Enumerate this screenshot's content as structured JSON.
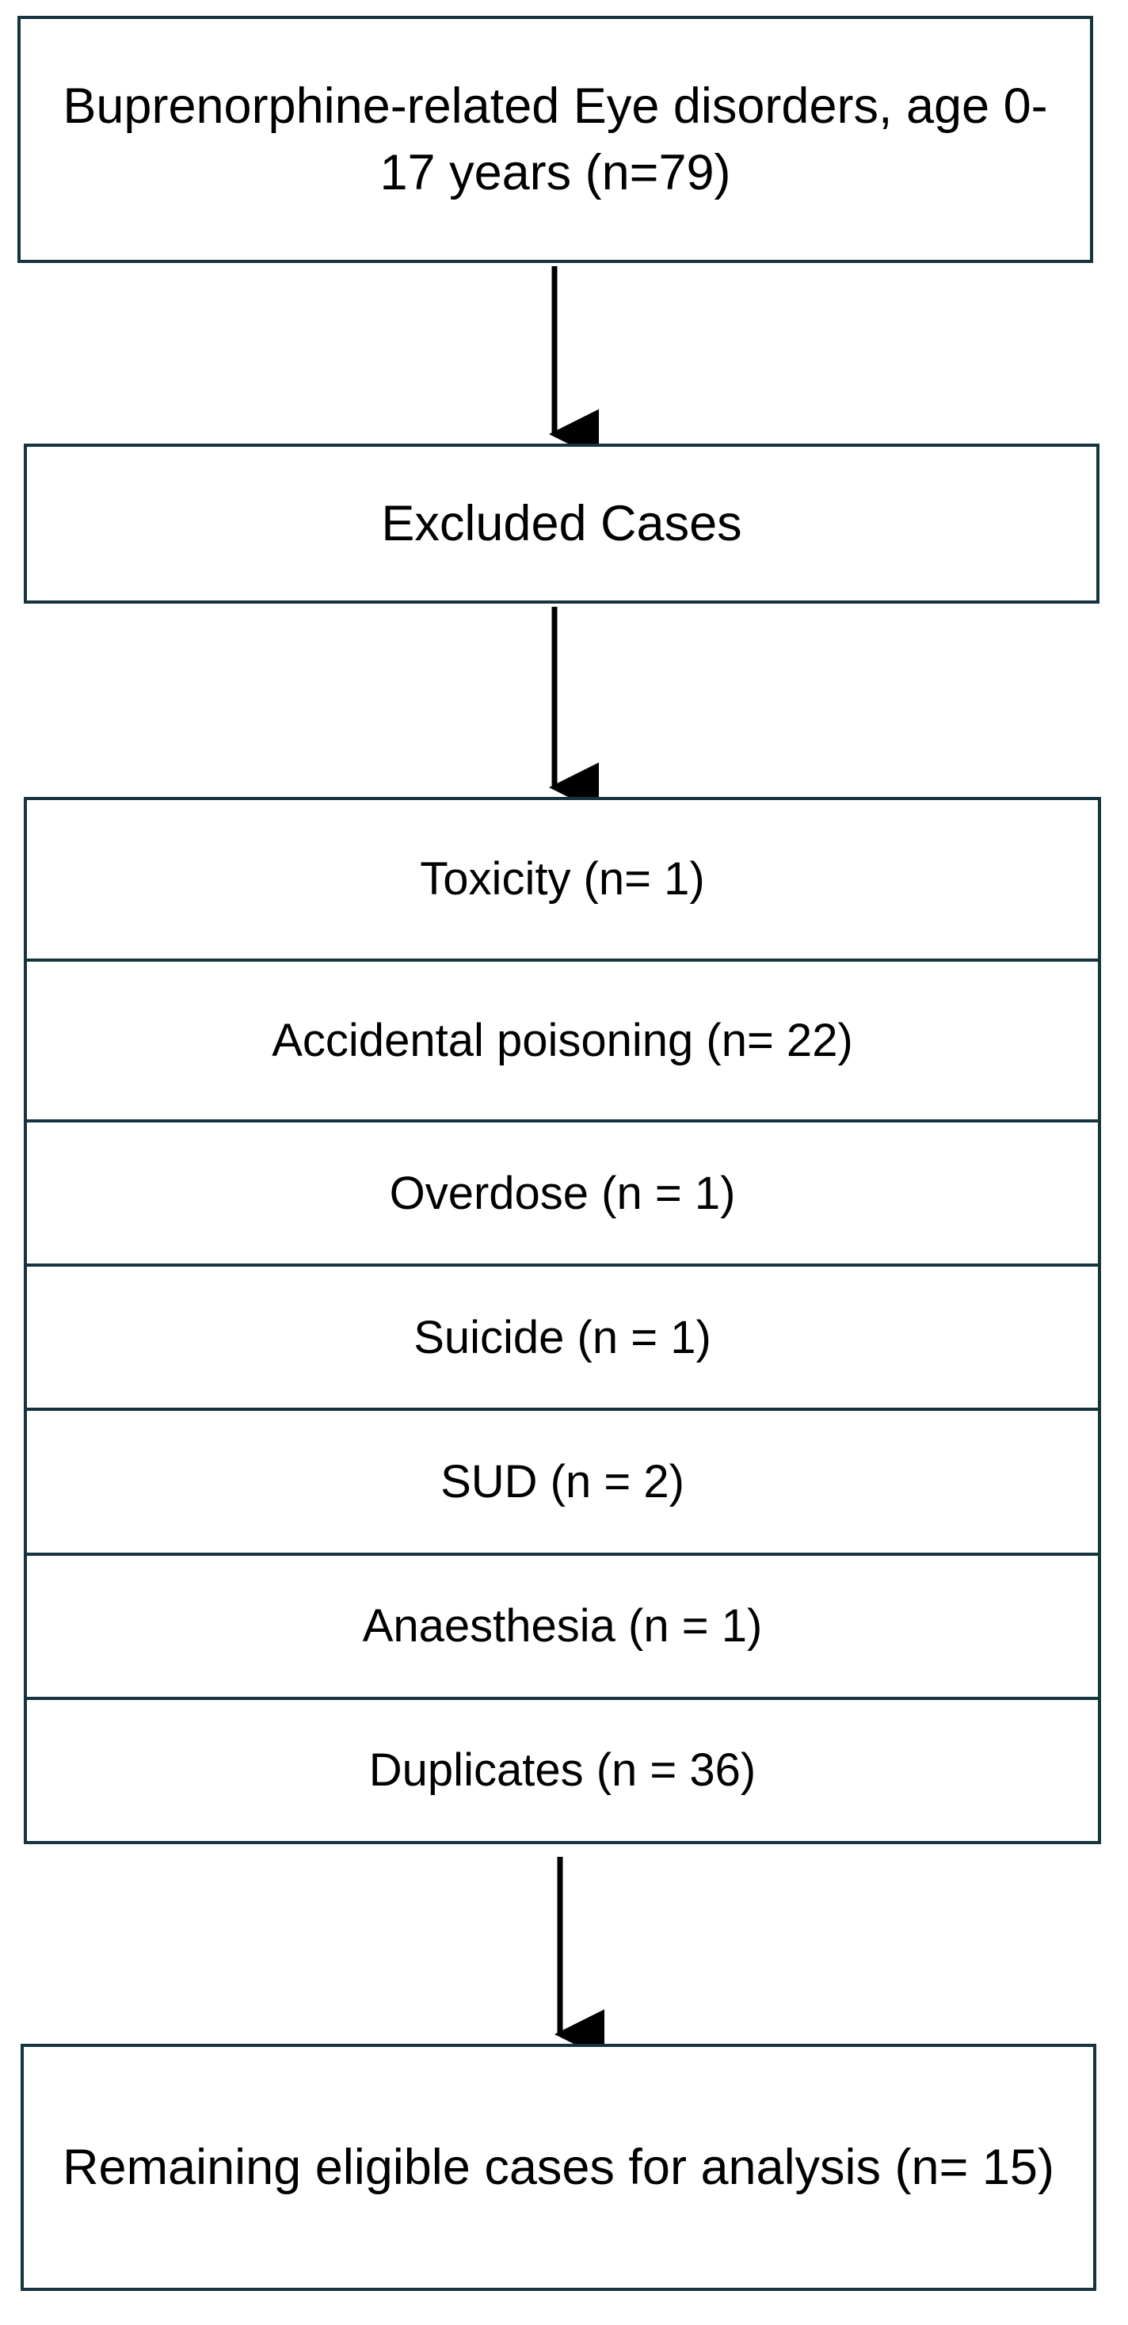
{
  "diagram": {
    "title": "Buprenorphine-related eye disorders case selection flowchart",
    "type": "flowchart",
    "orientation": "vertical",
    "colors": {
      "border": "#16333e",
      "background": "#ffffff",
      "text": "#000000",
      "arrow": "#000000"
    },
    "nodes": {
      "source": {
        "label": "Buprenorphine-related Eye disorders, age 0-17 years (n=79)",
        "count": 79
      },
      "excluded_header": {
        "label": "Excluded Cases"
      },
      "remaining": {
        "label": "Remaining eligible cases for analysis (n= 15)",
        "count": 15
      }
    },
    "exclusion_rows": [
      {
        "label": "Toxicity (n= 1)",
        "reason": "Toxicity",
        "count": 1
      },
      {
        "label": "Accidental poisoning (n= 22)",
        "reason": "Accidental poisoning",
        "count": 22
      },
      {
        "label": "Overdose (n = 1)",
        "reason": "Overdose",
        "count": 1
      },
      {
        "label": "Suicide (n = 1)",
        "reason": "Suicide",
        "count": 1
      },
      {
        "label": "SUD (n = 2)",
        "reason": "SUD",
        "count": 2
      },
      {
        "label": "Anaesthesia (n = 1)",
        "reason": "Anaesthesia",
        "count": 1
      },
      {
        "label": "Duplicates (n = 36)",
        "reason": "Duplicates",
        "count": 36
      }
    ],
    "connectors": [
      {
        "from": "source",
        "to": "excluded_header",
        "style": "arrow-down"
      },
      {
        "from": "excluded_header",
        "to": "exclusion_stack",
        "style": "arrow-down"
      },
      {
        "from": "exclusion_stack",
        "to": "remaining",
        "style": "arrow-down"
      }
    ]
  }
}
